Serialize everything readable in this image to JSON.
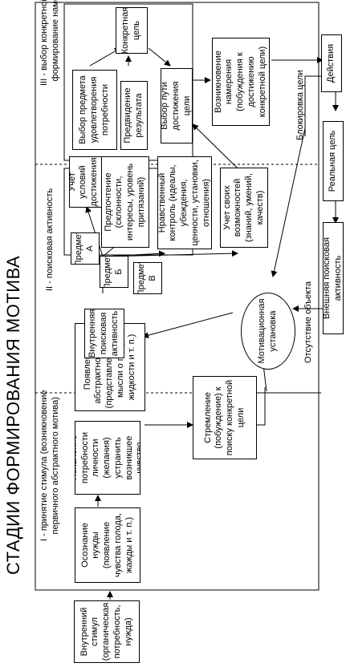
{
  "title": "СТАДИИ ФОРМИРОВАНИЯ МОТИВА",
  "stages": {
    "s1_line1": "I - принятие стимула (возникновение",
    "s1_line2": "первичного абстрактного мотива)",
    "s2": "II - поисковая активность",
    "s3_line1": "III - выбор конкретной цели и",
    "s3_line2": "формирование намерений"
  },
  "boxes": {
    "stimulus": "Внутренний стимул (органическая потребность, нужда)",
    "awareness": "Осознание нужды (появление чувства голода, жажды и т. п.)",
    "need": "Появление потребности личности (желания) устранить возникшее чувство",
    "abstract_goal": "Появление абстрактной цели (представления или мысли о пище, жидкости и т. п.)",
    "aspiration": "Стремление (побуждение) к поиску конкретной цели",
    "internal_search": "Внутренняя поисковая активность",
    "motivational_set": "Мотивационная установка",
    "external_search": "Внешняя поисковая активность",
    "object_a": "Предмет А",
    "object_b": "Предмет Б",
    "object_v": "Предмет В",
    "conditions": "Учет условий достижения цели",
    "preference": "Предпочтение (склонности, интересы, уровень притязаний)",
    "moral": "Нравственный контроль (идеалы, убеждения, ценности, установки, отношения)",
    "capabilities": "Учет своих возможностей (знаний, умений, качеств)",
    "choice_object": "Выбор предмета удовлетворения потребности",
    "prediction": "Предвидение результата",
    "concrete_goal": "Конкретная цель",
    "choice_path": "Выбор пути достижения цели",
    "intention": "Возникновение намерения (побуждения к достижению конкретной цели)",
    "actions": "Действия",
    "real_goal": "Реальная цель"
  },
  "labels": {
    "goal_block": "Блокировка цели",
    "object_absence": "Отсутствие объекта"
  }
}
